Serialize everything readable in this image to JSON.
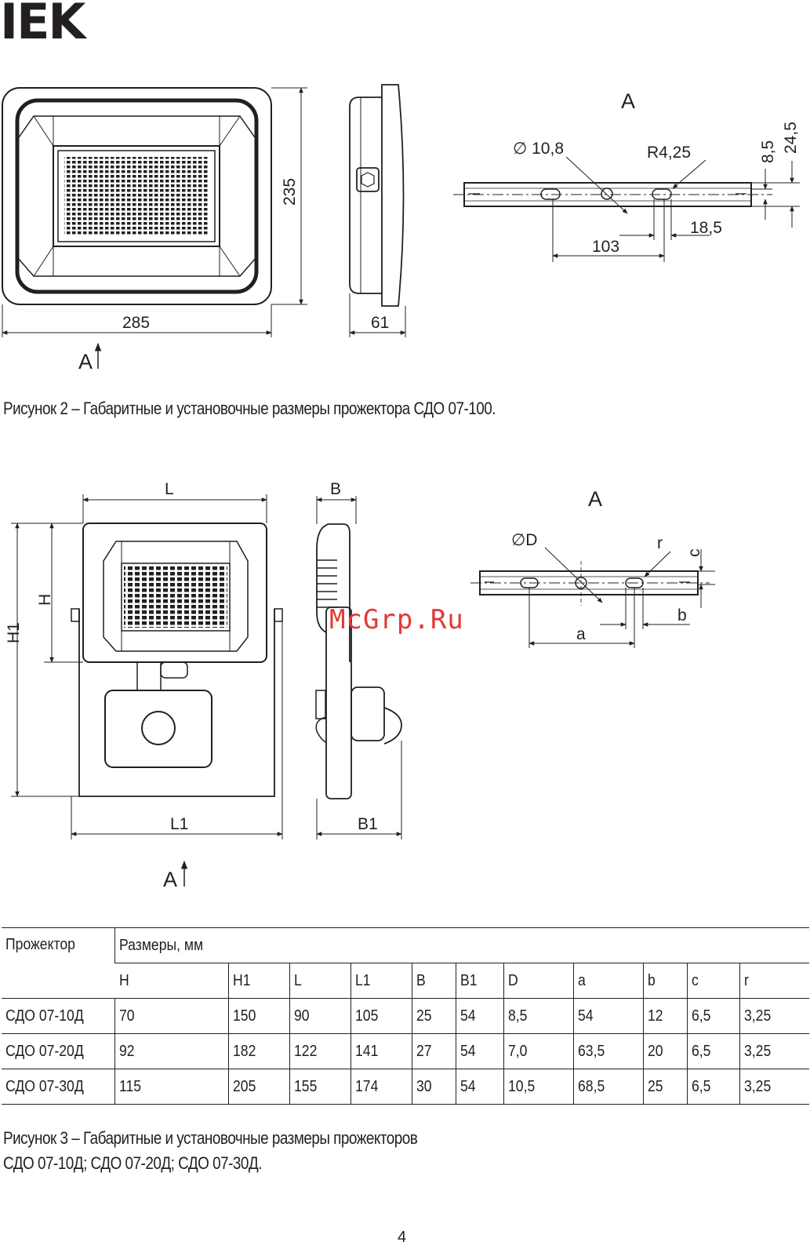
{
  "logo": "IEK",
  "fig2": {
    "dim_height": "235",
    "dim_width": "285",
    "dim_depth": "61",
    "view_arrow": "A",
    "view_label": "A",
    "hole_dia": "∅ 10,8",
    "slot_radius": "R4,25",
    "dim_8_5": "8,5",
    "dim_24_5": "24,5",
    "dim_18_5": "18,5",
    "dim_103": "103",
    "caption": "Рисунок 2 – Габаритные и установочные размеры прожектора СДО 07-100."
  },
  "fig3": {
    "L": "L",
    "L1": "L1",
    "H": "H",
    "H1": "H1",
    "B": "B",
    "B1": "B1",
    "view_arrow": "A",
    "view_label": "A",
    "D": "∅D",
    "r": "r",
    "c": "c",
    "a": "a",
    "b": "b",
    "caption_line1": "Рисунок 3 – Габаритные и установочные размеры прожекторов",
    "caption_line2": "СДО 07-10Д; СДО 07-20Д; СДО 07-30Д."
  },
  "watermark": "McGrp.Ru",
  "table": {
    "col_product": "Прожектор",
    "col_dims": "Размеры, мм",
    "params": [
      "H",
      "H1",
      "L",
      "L1",
      "B",
      "B1",
      "D",
      "a",
      "b",
      "c",
      "r"
    ],
    "rows": [
      {
        "name": "СДО 07-10Д",
        "values": [
          "70",
          "150",
          "90",
          "105",
          "25",
          "54",
          "8,5",
          "54",
          "12",
          "6,5",
          "3,25"
        ]
      },
      {
        "name": "СДО 07-20Д",
        "values": [
          "92",
          "182",
          "122",
          "141",
          "27",
          "54",
          "7,0",
          "63,5",
          "20",
          "6,5",
          "3,25"
        ]
      },
      {
        "name": "СДО 07-30Д",
        "values": [
          "115",
          "205",
          "155",
          "174",
          "30",
          "54",
          "10,5",
          "68,5",
          "25",
          "6,5",
          "3,25"
        ]
      }
    ]
  },
  "page_number": "4"
}
